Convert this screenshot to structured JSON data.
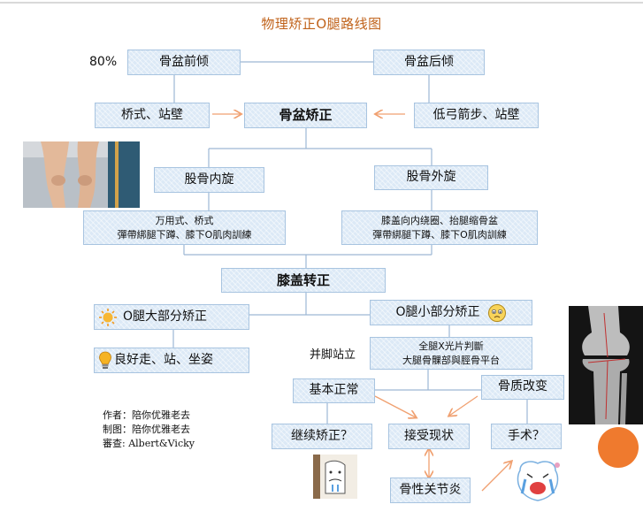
{
  "title": "物理矫正O腿路线图",
  "percent_label": "80%",
  "nodes": {
    "anterior_tilt": "骨盆前倾",
    "posterior_tilt": "骨盆后倾",
    "bridge_wall": "桥式、站壁",
    "pelvis_correction": "骨盆矫正",
    "low_bow_wall": "低弓箭步、站壁",
    "femur_internal": "股骨内旋",
    "femur_external": "股骨外旋",
    "internal_ex_line1": "万用式、桥式",
    "internal_ex_line2": "彈帶綁腿下蹲、膝下O肌肉訓練",
    "external_ex_line1": "膝盖向内绕圈、抬腿缩骨盆",
    "external_ex_line2": "彈帶綁腿下蹲、膝下O肌肉訓練",
    "knee_correction": "膝盖转正",
    "most_corrected": "O腿大部分矫正",
    "partly_corrected": "O腿小部分矫正",
    "good_habits": "良好走、站、坐姿",
    "xray_line1": "全腿X光片判斷",
    "xray_line2": "大腿骨髁部與脛骨平台",
    "basically_normal": "基本正常",
    "bone_change": "骨质改变",
    "continue_correction": "继续矫正？",
    "accept_status": "接受现状",
    "surgery": "手术？",
    "osteoarthritis": "骨性关节炎"
  },
  "labels": {
    "feet_together": "并脚站立"
  },
  "credits": {
    "author": "作者：陪你优雅老去",
    "illustration": "制图：陪你优雅老去",
    "review": "審查: Albert&Vicky"
  },
  "icons": {
    "sun": "sun-icon",
    "bulb": "lightbulb-icon",
    "worried_face": "worried-face-icon",
    "crying_face": "crying-face-icon"
  },
  "colors": {
    "title": "#c0621a",
    "node_fill": "#dce9f6",
    "node_border": "#a8c4e0",
    "connector": "#9db8d4",
    "arrow": "#f0a070",
    "accent_dot": "#ef7a2e"
  }
}
